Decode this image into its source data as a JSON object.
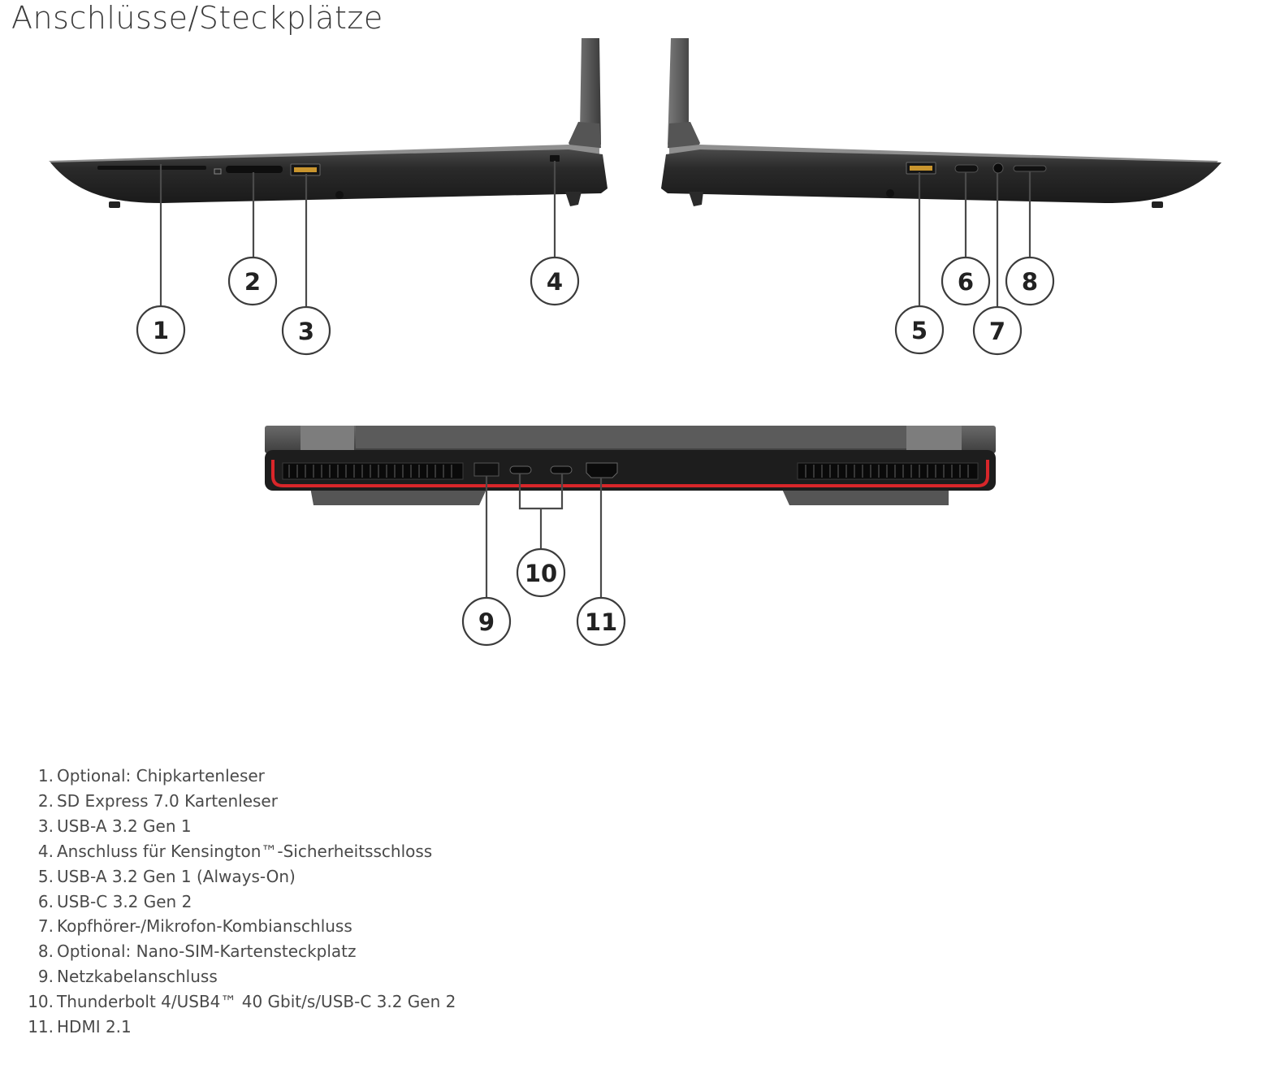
{
  "page": {
    "title": "Anschlüsse/Steckplätze"
  },
  "callouts": [
    "1",
    "2",
    "3",
    "4",
    "5",
    "6",
    "7",
    "8",
    "9",
    "10",
    "11"
  ],
  "ports": [
    {
      "num": "1.",
      "label": "Optional: Chipkartenleser"
    },
    {
      "num": "2.",
      "label": "SD Express 7.0 Kartenleser"
    },
    {
      "num": "3.",
      "label": "USB-A 3.2 Gen 1"
    },
    {
      "num": "4.",
      "label": "Anschluss für Kensington™-Sicherheitsschloss"
    },
    {
      "num": "5.",
      "label": "USB-A 3.2 Gen 1 (Always-On)"
    },
    {
      "num": "6.",
      "label": "USB-C 3.2 Gen 2"
    },
    {
      "num": "7.",
      "label": "Kopfhörer-/Mikrofon-Kombianschluss"
    },
    {
      "num": "8.",
      "label": "Optional: Nano-SIM-Kartensteckplatz"
    },
    {
      "num": "9.",
      "label": "Netzkabelanschluss"
    },
    {
      "num": "10.",
      "label": "Thunderbolt 4/USB4™ 40 Gbit/s/USB-C 3.2 Gen 2"
    },
    {
      "num": "11.",
      "label": "HDMI 2.1"
    }
  ],
  "colors": {
    "chassis": "#2b2b2b",
    "chassis_light": "#6f6f6f",
    "accent_red": "#d8262a"
  }
}
